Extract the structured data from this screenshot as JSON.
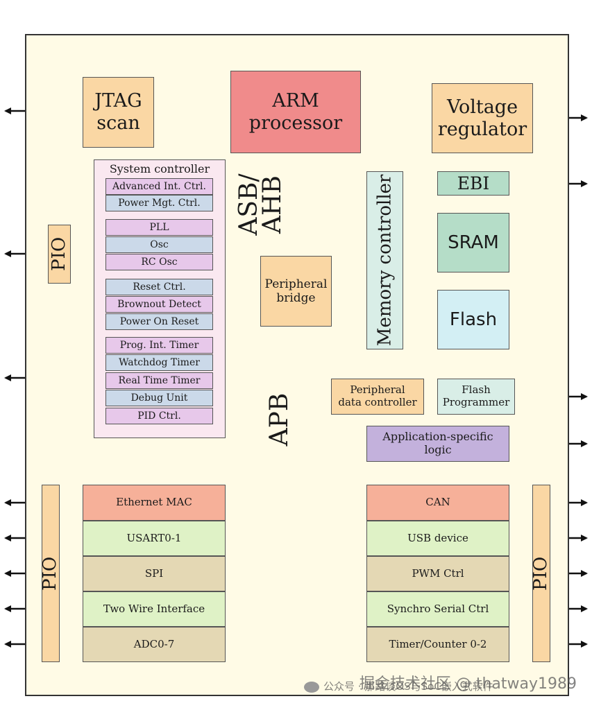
{
  "blocks": {
    "jtag": "JTAG\nscan",
    "arm": "ARM\nprocessor",
    "voltage": "Voltage\nregulator",
    "ebi": "EBI",
    "sram": "SRAM",
    "flash": "Flash",
    "memory_controller": "Memory controller",
    "peripheral_bridge": "Peripheral\nbridge",
    "peripheral_data_controller": "Peripheral\ndata controller",
    "flash_programmer": "Flash\nProgrammer",
    "app_logic": "Application-specific\nlogic",
    "pio_small": "PIO",
    "pio_left": "PIO",
    "pio_right": "PIO"
  },
  "bus": {
    "asb_ahb": "ASB/\nAHB",
    "apb": "APB"
  },
  "system_controller": {
    "title": "System controller",
    "items": [
      "Advanced Int. Ctrl.",
      "Power Mgt. Ctrl.",
      "PLL",
      "Osc",
      "RC Osc",
      "Reset Ctrl.",
      "Brownout Detect",
      "Power On Reset",
      "Prog. Int. Timer",
      "Watchdog Timer",
      "Real Time Timer",
      "Debug Unit",
      "PID Ctrl."
    ]
  },
  "left_peripherals": [
    "Ethernet MAC",
    "USART0-1",
    "SPI",
    "Two Wire Interface",
    "ADC0-7"
  ],
  "right_peripherals": [
    "CAN",
    "USB device",
    "PWM Ctrl",
    "Synchro Serial Ctrl",
    "Timer/Counter 0-2"
  ],
  "watermark": {
    "main": "掘金技术社区 @ thatway1989",
    "sub": "公众号 · 那路谈OS与SoC嵌入式软件"
  },
  "colors": {
    "chip_background": "#fffbe6",
    "arm": "#f08b8b",
    "orange_blocks": "#fad7a4",
    "memory_green": "#b5ddc8",
    "app_logic": "#c3b1dc"
  }
}
